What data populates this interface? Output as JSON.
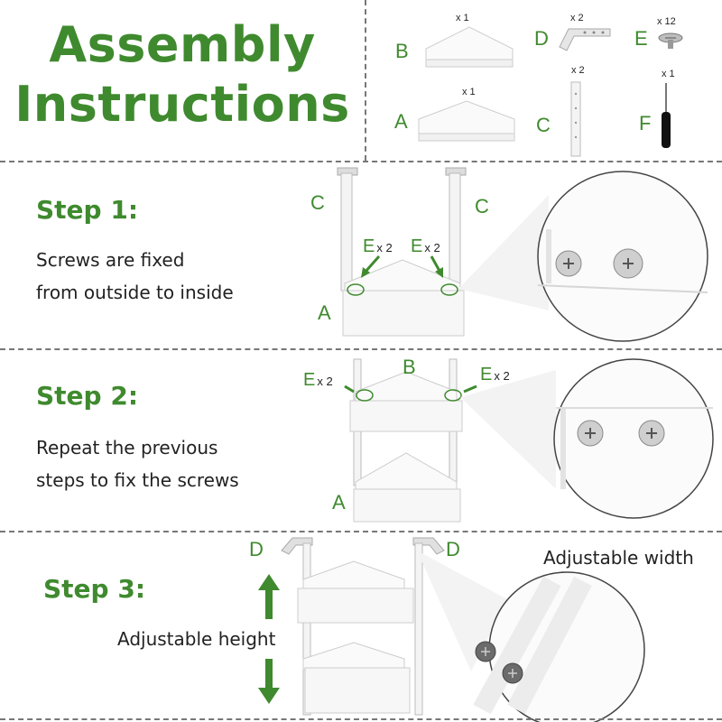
{
  "header": {
    "title_line1": "Assembly",
    "title_line2": "Instructions"
  },
  "parts": [
    {
      "letter": "B",
      "qty": "x 1"
    },
    {
      "letter": "A",
      "qty": "x 1"
    },
    {
      "letter": "D",
      "qty": "x 2"
    },
    {
      "letter": "C",
      "qty": "x 2"
    },
    {
      "letter": "E",
      "qty": "x 12"
    },
    {
      "letter": "F",
      "qty": "x 1"
    }
  ],
  "step1": {
    "title": "Step 1:",
    "line1": "Screws are fixed",
    "line2": "from outside to inside",
    "label_c_left": "C",
    "label_c_right": "C",
    "label_a": "A",
    "screw_left": "E",
    "screw_left_qty": "x 2",
    "screw_right": "E",
    "screw_right_qty": "x 2"
  },
  "step2": {
    "title": "Step 2:",
    "line1": "Repeat the previous",
    "line2": "steps to fix the screws",
    "label_b": "B",
    "label_a": "A",
    "screw_left": "E",
    "screw_left_qty": "x 2",
    "screw_right": "E",
    "screw_right_qty": "x 2"
  },
  "step3": {
    "title": "Step 3:",
    "height_caption": "Adjustable height",
    "width_caption": "Adjustable width",
    "label_d_left": "D",
    "label_d_right": "D"
  },
  "colors": {
    "accent": "#3f8a2e",
    "divider": "#777777"
  },
  "icons": [
    "arrow-up-icon",
    "arrow-down-icon",
    "pointer-arrow-icon",
    "screw-icon",
    "screwdriver-icon"
  ]
}
